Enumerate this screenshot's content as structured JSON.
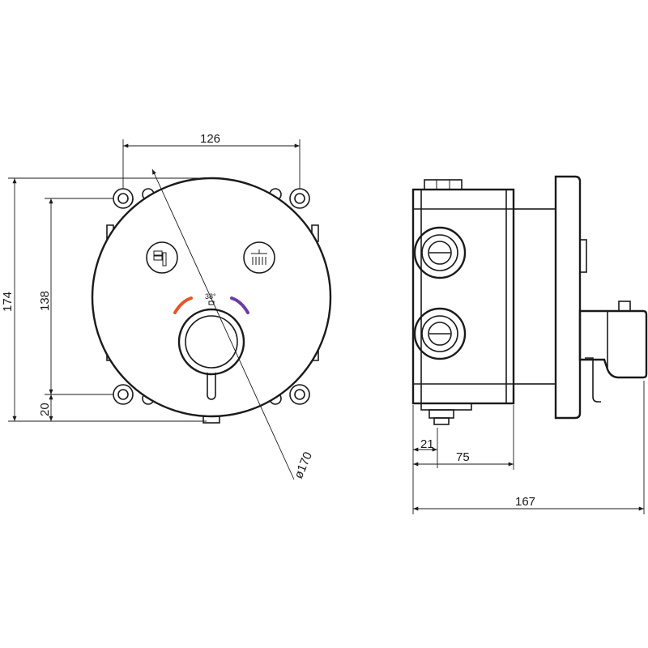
{
  "dimensions": {
    "width_top": "126",
    "height_total": "174",
    "height_inner": "138",
    "height_bottom": "20",
    "diameter": "ø170",
    "side_21": "21",
    "side_75": "75",
    "side_167": "167",
    "angle": "38°"
  },
  "colors": {
    "hot": "#e8542a",
    "cold": "#6a3fa0"
  },
  "icons": {
    "left_button": "hand-shower-icon",
    "right_button": "rain-shower-icon"
  }
}
